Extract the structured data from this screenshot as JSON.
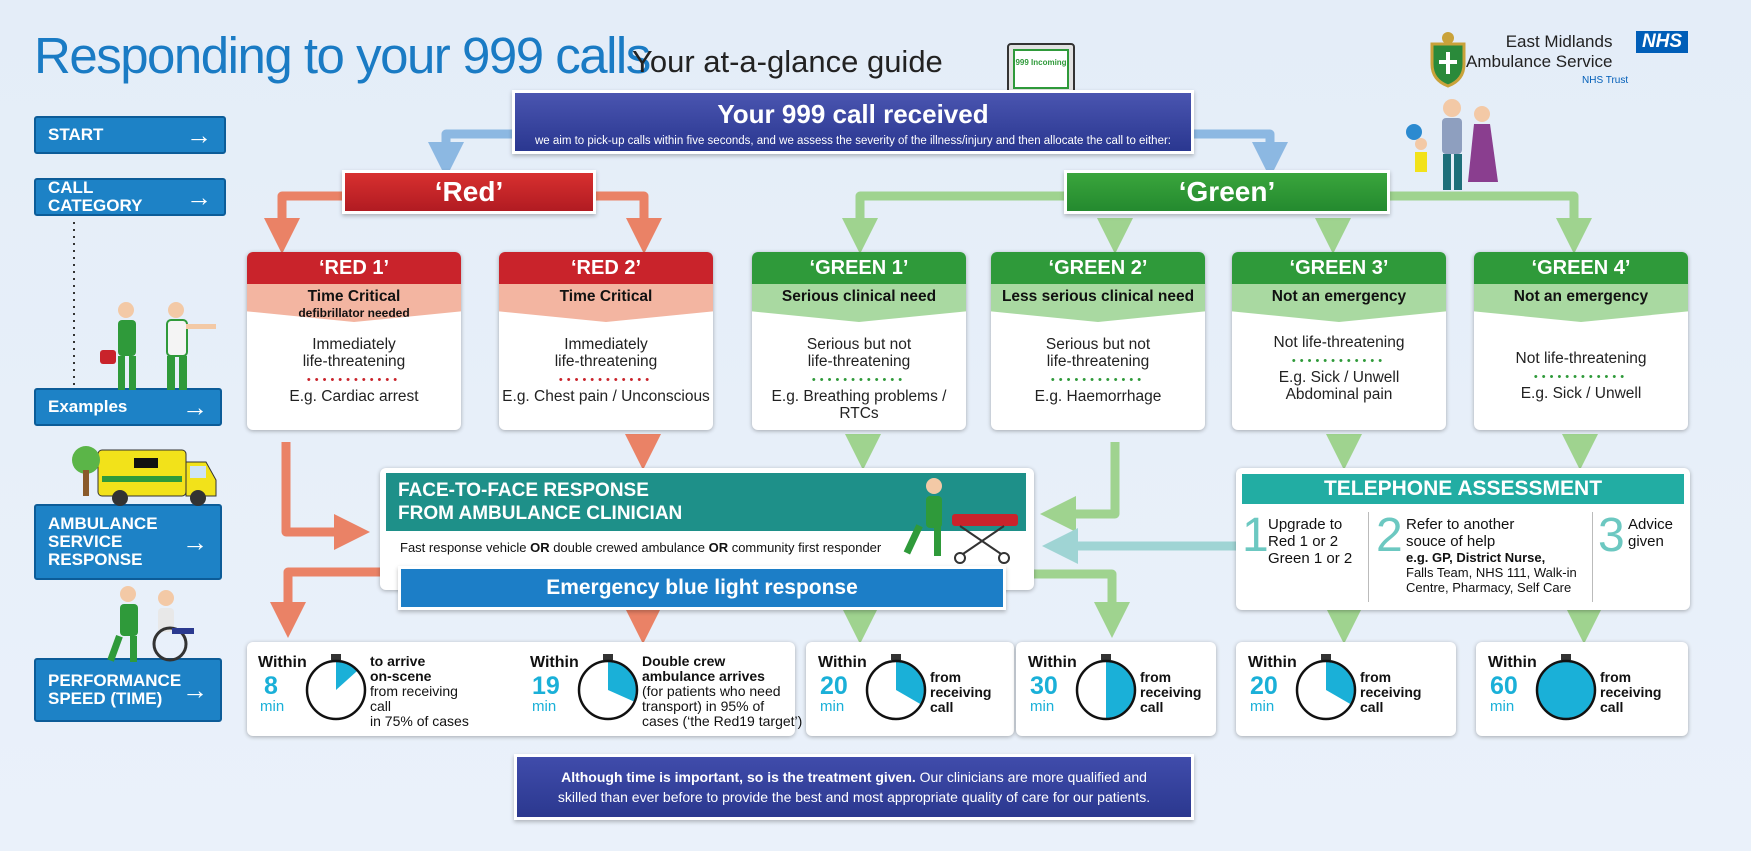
{
  "title": "Responding to your 999 calls",
  "subtitle": "Your at-a-glance guide",
  "org": {
    "line1": "East Midlands",
    "line2": "Ambulance Service",
    "nhs": "NHS",
    "trust": "NHS Trust"
  },
  "computer_label": "999 Incoming",
  "sidebar": {
    "start": "START",
    "call_category": "CALL CATEGORY",
    "examples": "Examples",
    "ambulance_response": [
      "AMBULANCE",
      "SERVICE",
      "RESPONSE"
    ],
    "performance": [
      "PERFORMANCE",
      "SPEED (TIME)"
    ]
  },
  "call_received": {
    "heading": "Your 999 call received",
    "text": "we aim to pick-up calls within five seconds, and we assess the severity of the illness/injury and then allocate the call to either:"
  },
  "red_label": "‘Red’",
  "green_label": "‘Green’",
  "categories": [
    {
      "name": "‘RED 1’",
      "sub": "Time Critical",
      "sub_small": "defibrillator needed",
      "desc": [
        "Immediately",
        "life-threatening"
      ],
      "example": [
        "E.g. Cardiac arrest"
      ],
      "color": "#c9232b",
      "subcolor": "#f3b5a1"
    },
    {
      "name": "‘RED 2’",
      "sub": "Time Critical",
      "sub_small": "",
      "desc": [
        "Immediately",
        "life-threatening"
      ],
      "example": [
        "E.g. Chest pain / Unconscious"
      ],
      "color": "#c9232b",
      "subcolor": "#f3b5a1"
    },
    {
      "name": "‘GREEN 1’",
      "sub": "Serious clinical need",
      "sub_small": "",
      "desc": [
        "Serious but not",
        "life-threatening"
      ],
      "example": [
        "E.g. Breathing problems / RTCs"
      ],
      "color": "#2f9a3a",
      "subcolor": "#a9d9a1"
    },
    {
      "name": "‘GREEN 2’",
      "sub": "Less serious clinical need",
      "sub_small": "",
      "desc": [
        "Serious but not",
        "life-threatening"
      ],
      "example": [
        "E.g. Haemorrhage"
      ],
      "color": "#2f9a3a",
      "subcolor": "#a9d9a1"
    },
    {
      "name": "‘GREEN 3’",
      "sub": "Not an emergency",
      "sub_small": "",
      "desc": [
        "Not life-threatening"
      ],
      "example": [
        "E.g. Sick / Unwell",
        "Abdominal pain"
      ],
      "color": "#2f9a3a",
      "subcolor": "#a9d9a1"
    },
    {
      "name": "‘GREEN 4’",
      "sub": "Not an emergency",
      "sub_small": "",
      "desc": [
        "Not life-threatening"
      ],
      "example": [
        "E.g. Sick / Unwell"
      ],
      "color": "#2f9a3a",
      "subcolor": "#a9d9a1"
    }
  ],
  "face_to_face": {
    "title": [
      "FACE-TO-FACE RESPONSE",
      "FROM AMBULANCE CLINICIAN"
    ],
    "text_parts": [
      "Fast response vehicle ",
      "OR",
      " double crewed ambulance ",
      "OR",
      " community first responder"
    ]
  },
  "blue_light": "Emergency blue light response",
  "telephone": {
    "title": "TELEPHONE ASSESSMENT",
    "options": [
      {
        "num": "1",
        "lines": [
          "Upgrade to",
          "Red 1 or 2",
          "Green 1 or 2"
        ],
        "small": []
      },
      {
        "num": "2",
        "lines": [
          "Refer to another",
          "souce of help"
        ],
        "small": [
          "e.g. GP, District Nurse,",
          "Falls Team, NHS 111, Walk-in",
          "Centre, Pharmacy, Self Care"
        ]
      },
      {
        "num": "3",
        "lines": [
          "Advice",
          "given"
        ],
        "small": []
      }
    ]
  },
  "performance": [
    {
      "within": "Within",
      "value": "8",
      "unit": "min",
      "bold": [
        "to arrive",
        "on-scene"
      ],
      "lines": [
        "from receiving call",
        "in 75% of cases"
      ],
      "minutes": 8
    },
    {
      "within": "Within",
      "value": "19",
      "unit": "min",
      "bold": [
        "Double crew",
        "ambulance arrives"
      ],
      "lines": [
        "(for patients who need",
        "transport) in 95% of",
        "cases (‘the Red19 target’)"
      ],
      "minutes": 19
    },
    {
      "within": "Within",
      "value": "20",
      "unit": "min",
      "bold": [
        "from",
        "receiving",
        "call"
      ],
      "lines": [],
      "minutes": 20
    },
    {
      "within": "Within",
      "value": "30",
      "unit": "min",
      "bold": [
        "from",
        "receiving",
        "call"
      ],
      "lines": [],
      "minutes": 30
    },
    {
      "within": "Within",
      "value": "20",
      "unit": "min",
      "bold": [
        "from",
        "receiving",
        "call"
      ],
      "lines": [],
      "minutes": 20
    },
    {
      "within": "Within",
      "value": "60",
      "unit": "min",
      "bold": [
        "from",
        "receiving",
        "call"
      ],
      "lines": [],
      "minutes": 60
    }
  ],
  "footer": {
    "bold": "Although time is important, so is the treatment given.",
    "line1_rest": " Our clinicians are more qualified and",
    "line2": "skilled than ever before to provide the best and most appropriate quality of care for our patients."
  },
  "colors": {
    "red": "#c9232b",
    "red_arrow": "#ea8266",
    "green": "#2f9a3a",
    "green_arrow": "#9fd38f",
    "blue_arrow": "#8cb8e2",
    "teal": "#1e9089",
    "teal_arrow": "#9fd4d4",
    "stopwatch": "#1ab0d8"
  }
}
